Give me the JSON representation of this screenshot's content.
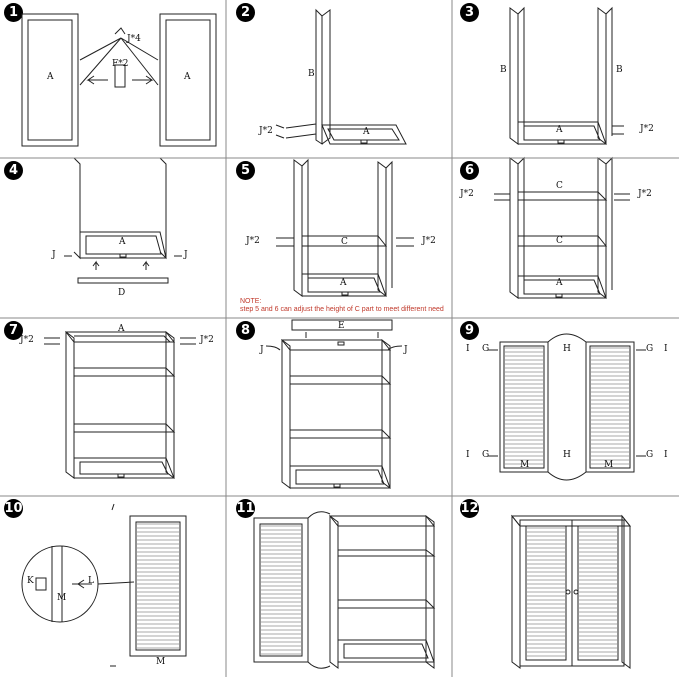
{
  "steps": [
    {
      "num": "1",
      "labels": {
        "a": "A",
        "j": "J*4",
        "f": "F*2"
      }
    },
    {
      "num": "2",
      "labels": {
        "b": "B",
        "a": "A",
        "j": "J*2"
      }
    },
    {
      "num": "3",
      "labels": {
        "b": "B",
        "a": "A",
        "j": "J*2"
      }
    },
    {
      "num": "4",
      "labels": {
        "a": "A",
        "j": "J",
        "d": "D"
      }
    },
    {
      "num": "5",
      "labels": {
        "c": "C",
        "a": "A",
        "j": "J*2"
      },
      "note": {
        "title": "NOTE:",
        "text": "step 5 and 6 can adjust the height of C part to meet different need"
      }
    },
    {
      "num": "6",
      "labels": {
        "c": "C",
        "a": "A",
        "j": "J*2"
      }
    },
    {
      "num": "7",
      "labels": {
        "a": "A",
        "j": "J*2"
      }
    },
    {
      "num": "8",
      "labels": {
        "e": "E",
        "j": "J"
      }
    },
    {
      "num": "9",
      "labels": {
        "i": "I",
        "g": "G",
        "h": "H",
        "m": "M"
      }
    },
    {
      "num": "10",
      "labels": {
        "k": "K",
        "l": "L",
        "m": "M"
      }
    },
    {
      "num": "11",
      "labels": {}
    },
    {
      "num": "12",
      "labels": {}
    }
  ]
}
